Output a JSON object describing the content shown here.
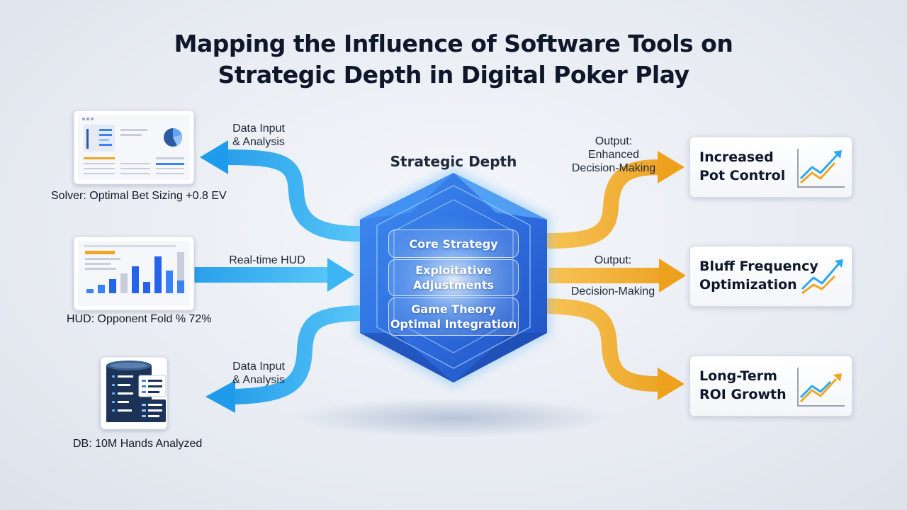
{
  "title": {
    "line1": "Mapping the Influence of Software Tools on",
    "line2": "Strategic Depth in Digital Poker Play"
  },
  "core": {
    "title": "Strategic Depth",
    "layers": [
      {
        "line1": "Core Strategy",
        "line2": ""
      },
      {
        "line1": "Exploitative",
        "line2": "Adjustments"
      },
      {
        "line1": "Game Theory",
        "line2": "Optimal Integration"
      }
    ]
  },
  "inputs": {
    "solver": {
      "caption": "Solver: Optimal Bet Sizing +0.8 EV",
      "flow_line1": "Data Input",
      "flow_line2": "& Analysis"
    },
    "hud": {
      "caption": "HUD: Opponent Fold % 72%",
      "flow_label": "Real-time HUD"
    },
    "db": {
      "caption": "DB: 10M Hands Analyzed",
      "flow_line1": "Data Input",
      "flow_line2": "& Analysis"
    }
  },
  "outputs": {
    "top_line1": "Output:",
    "top_line2": "Enhanced",
    "top_line3": "Decision-Making",
    "mid_line1": "Output:",
    "mid_line2": "Decision-Making"
  },
  "cards": [
    {
      "line1": "Increased",
      "line2": "Pot Control"
    },
    {
      "line1": "Bluff Frequency",
      "line2": "Optimization"
    },
    {
      "line1": "Long-Term",
      "line2": "ROI Growth"
    }
  ],
  "colors": {
    "blue_flow": "#2aa8f0",
    "orange_flow": "#f0a623",
    "core_blue": "#2f6fe0",
    "dark_navy": "#1c3357"
  },
  "icons": [
    "solver-dashboard-icon",
    "hud-chart-icon",
    "database-icon",
    "trend-up-icon"
  ]
}
